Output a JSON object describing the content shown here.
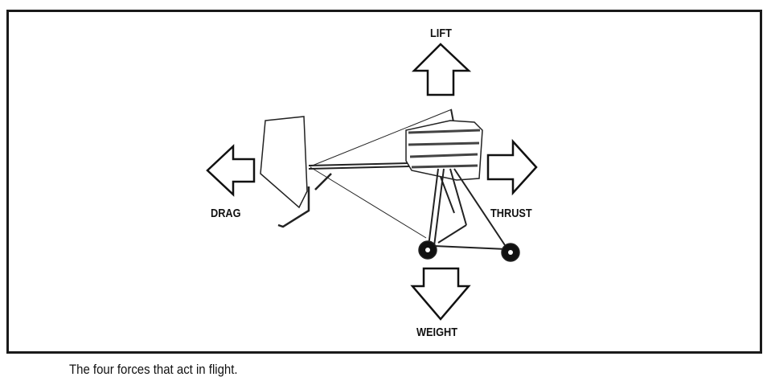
{
  "figure": {
    "labels": {
      "lift": "LIFT",
      "drag": "DRAG",
      "thrust": "THRUST",
      "weight": "WEIGHT"
    },
    "caption": "The four forces that act in flight."
  }
}
